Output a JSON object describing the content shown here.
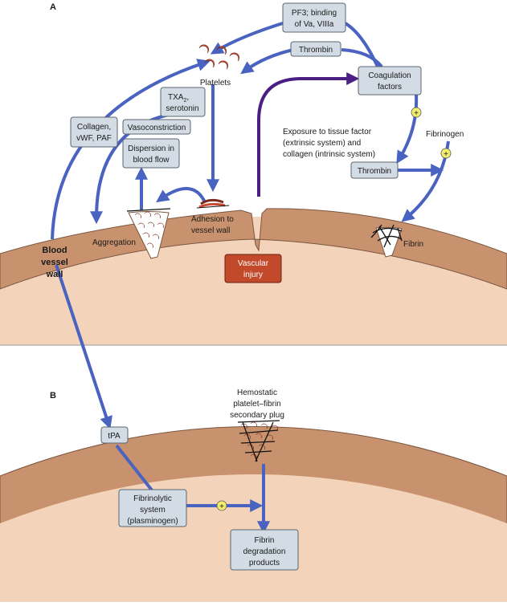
{
  "panels": {
    "a": "A",
    "b": "B"
  },
  "labels": {
    "pf3_1": "PF3; binding",
    "pf3_2": "of Va, VIIIa",
    "thrombin_top": "Thrombin",
    "coag_1": "Coagulation",
    "coag_2": "factors",
    "platelets": "Platelets",
    "txa2_1": "TXA",
    "txa2_sub": "2",
    "txa2_comma": ",",
    "txa2_2": "serotonin",
    "collagen_1": "Collagen,",
    "collagen_2": "vWF, PAF",
    "vasoconstriction": "Vasoconstriction",
    "dispersion_1": "Dispersion in",
    "dispersion_2": "blood flow",
    "exposure_1": "Exposure to tissue factor",
    "exposure_2": "(extrinsic system) and",
    "exposure_3": "collagen (intrinsic system)",
    "fibrinogen": "Fibrinogen",
    "thrombin_mid": "Thrombin",
    "aggregation": "Aggregation",
    "adhesion_1": "Adhesion to",
    "adhesion_2": "vessel wall",
    "fibrin": "Fibrin",
    "vessel_1": "Blood",
    "vessel_2": "vessel",
    "vessel_3": "wall",
    "injury_1": "Vascular",
    "injury_2": "injury",
    "hemostatic_1": "Hemostatic",
    "hemostatic_2": "platelet–fibrin",
    "hemostatic_3": "secondary plug",
    "tpa": "tPA",
    "fibrinolytic_1": "Fibrinolytic",
    "fibrinolytic_2": "system",
    "fibrinolytic_3": "(plasminogen)",
    "degradation_1": "Fibrin",
    "degradation_2": "degradation",
    "degradation_3": "products",
    "plus": "+"
  },
  "colors": {
    "wall": "#c9926e",
    "lumen": "#f3d4bb",
    "arrow": "#4a63c0",
    "purple_arrow": "#4b1f84",
    "box": "#d3dce5",
    "injury": "#c24a2a",
    "platelet": "#c94a33",
    "plus_circle": "#f2ef6e"
  }
}
